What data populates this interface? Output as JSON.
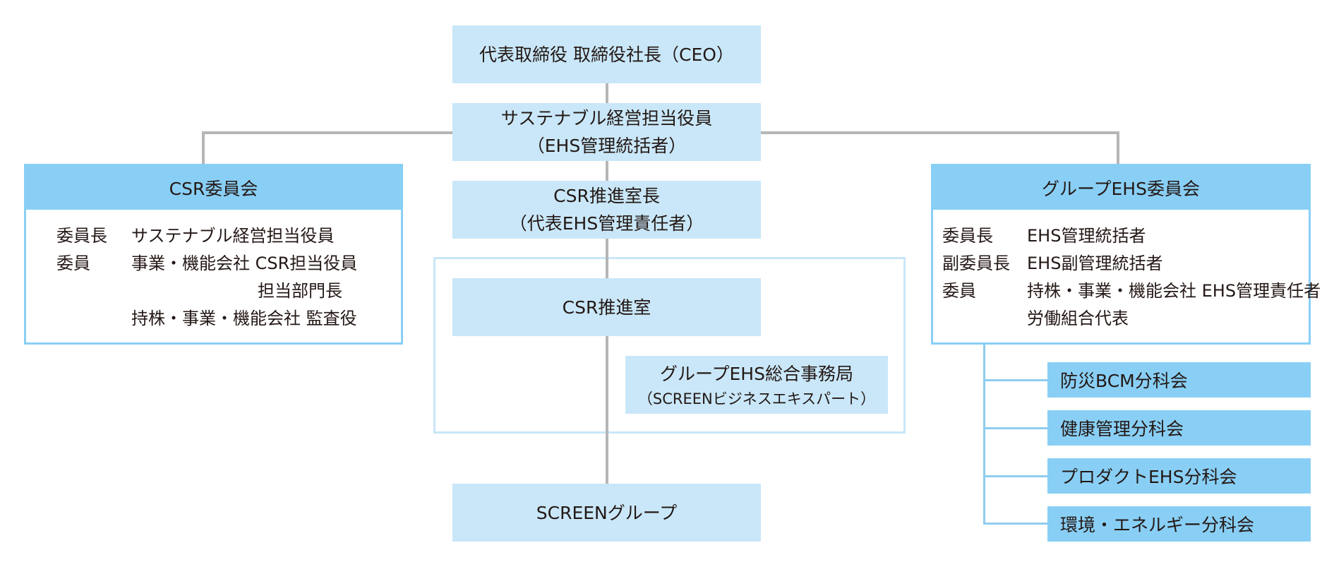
{
  "ceo": "代表取締役 取締役社長（CEO）",
  "sustainable_officer": {
    "line1": "サステナブル経営担当役員",
    "line2": "（EHS管理統括者）"
  },
  "csr_head": {
    "line1": "CSR推進室長",
    "line2": "（代表EHS管理責任者）"
  },
  "csr_office": "CSR推進室",
  "ehs_secretariat": {
    "line1": "グループEHS総合事務局",
    "line2": "（SCREENビジネスエキスパート）"
  },
  "screen_group": "SCREENグループ",
  "csr_committee": {
    "title": "CSR委員会",
    "chair_role": "委員長",
    "chair": "サステナブル経営担当役員",
    "member_role": "委員",
    "members": [
      "事業・機能会社 CSR担当役員",
      "担当部門長",
      "持株・事業・機能会社 監査役"
    ]
  },
  "ehs_committee": {
    "title": "グループEHS委員会",
    "chair_role": "委員長",
    "chair": "EHS管理統括者",
    "vice_role": "副委員長",
    "vice": "EHS副管理統括者",
    "member_role": "委員",
    "members": [
      "持株・事業・機能会社 EHS管理責任者",
      "労働組合代表"
    ]
  },
  "subcommittees": [
    "防災BCM分科会",
    "健康管理分科会",
    "プロダクトEHS分科会",
    "環境・エネルギー分科会"
  ]
}
